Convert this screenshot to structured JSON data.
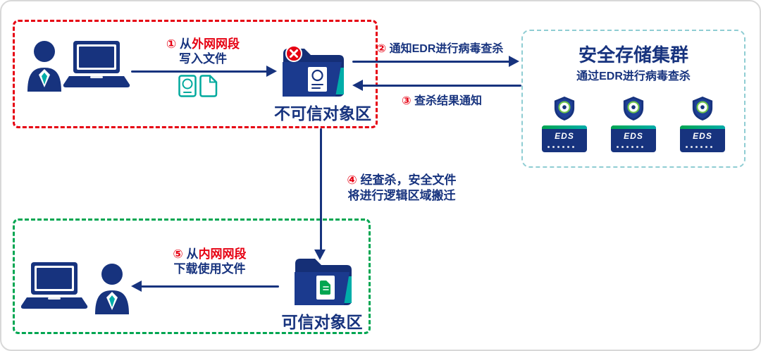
{
  "diagram": {
    "untrusted_zone": {
      "label": "不可信对象区",
      "step1": {
        "num": "①",
        "pre": " 从",
        "highlight": "外网网段",
        "line2": "写入文件"
      }
    },
    "cluster": {
      "title": "安全存储集群",
      "subtitle": "通过EDR进行病毒查杀",
      "servers": [
        {
          "label": "EDS"
        },
        {
          "label": "EDS"
        },
        {
          "label": "EDS"
        }
      ]
    },
    "flow": {
      "step2": {
        "num": "②",
        "text": " 通知EDR进行病毒查杀"
      },
      "step3": {
        "num": "③",
        "text": " 查杀结果通知"
      },
      "step4": {
        "num": "④",
        "line1": " 经查杀，安全文件",
        "line2": "将进行逻辑区域搬迁"
      }
    },
    "trusted_zone": {
      "label": "可信对象区",
      "step5": {
        "num": "⑤",
        "pre": " 从",
        "highlight": "内网网段",
        "line2": "下载使用文件"
      }
    }
  },
  "colors": {
    "navy": "#17337E",
    "red": "#E60012",
    "teal": "#00ADA9",
    "green": "#00A651",
    "cluster_border": "#8FCDD3"
  },
  "icons": {
    "person-icon": "user silhouette",
    "laptop-icon": "laptop computer",
    "untrusted-folder-icon": "folder with red x badge and scan document",
    "trusted-folder-icon": "folder with green document",
    "scan-file-icon": "document with scan circle",
    "file-icon": "plain document",
    "shield-icon": "security shield emblem",
    "eds-server-icon": "EDS storage server"
  }
}
